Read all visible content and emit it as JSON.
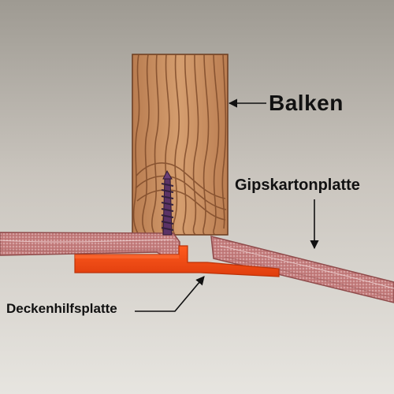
{
  "labels": {
    "beam": "Balken",
    "drywall": "Gipskartonplatte",
    "support": "Deckenhilfsplatte"
  },
  "colors": {
    "background_top": "#9e9a92",
    "background_bottom": "#e7e5e0",
    "wood_light": "#c98e5e",
    "wood_dark": "#7f4b2a",
    "panel_fill": "#c47d7d",
    "panel_edge": "#8f4b4b",
    "support_orange": "#f04a12",
    "screw": "#5b3366"
  },
  "icons": {
    "screw": "screw-icon",
    "arrow": "arrow-icon"
  }
}
